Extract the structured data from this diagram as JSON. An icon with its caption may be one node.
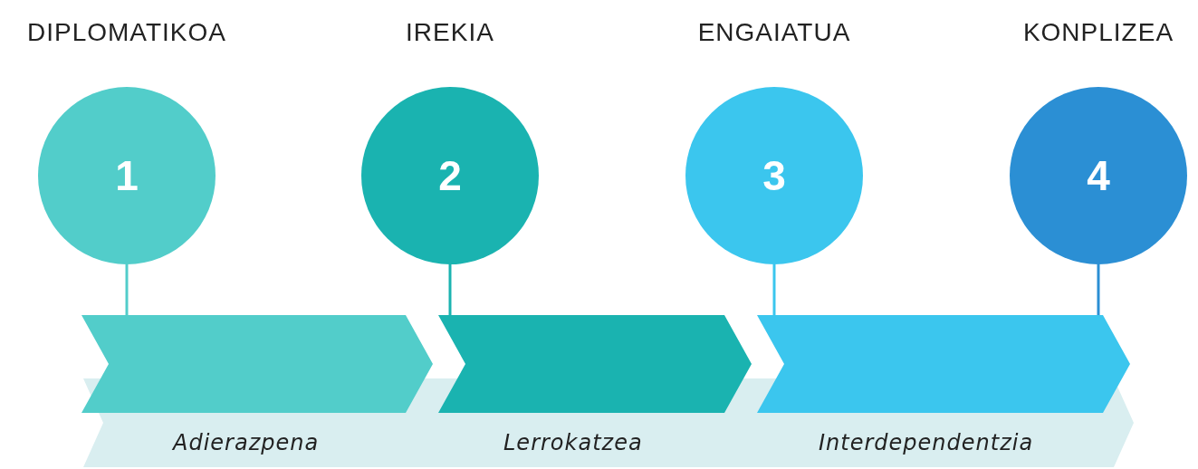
{
  "diagram": {
    "nodes": [
      {
        "text": [
          "DIPLOMATIKOA",
          "1"
        ]
      },
      {
        "text": [
          "IREKIA",
          "2"
        ]
      },
      {
        "text": [
          "ENGAIATUA",
          "3"
        ]
      },
      {
        "text": [
          "KONPLIZEA",
          "4"
        ]
      },
      {
        "text": [],
        "shape": "chevron"
      },
      {
        "text": [],
        "shape": "chevron"
      },
      {
        "text": [],
        "shape": "chevron"
      },
      {
        "text": [
          "Adierazpena",
          "Lerrokatzea",
          "Interdependentzia"
        ]
      }
    ],
    "edges": [
      {
        "from": 0,
        "to": 4,
        "arrow": "none"
      },
      {
        "from": 1,
        "to": 5,
        "arrow": "none"
      },
      {
        "from": 2,
        "to": 6,
        "arrow": "none"
      },
      {
        "from": 3,
        "to": 6,
        "arrow": "none"
      }
    ]
  }
}
